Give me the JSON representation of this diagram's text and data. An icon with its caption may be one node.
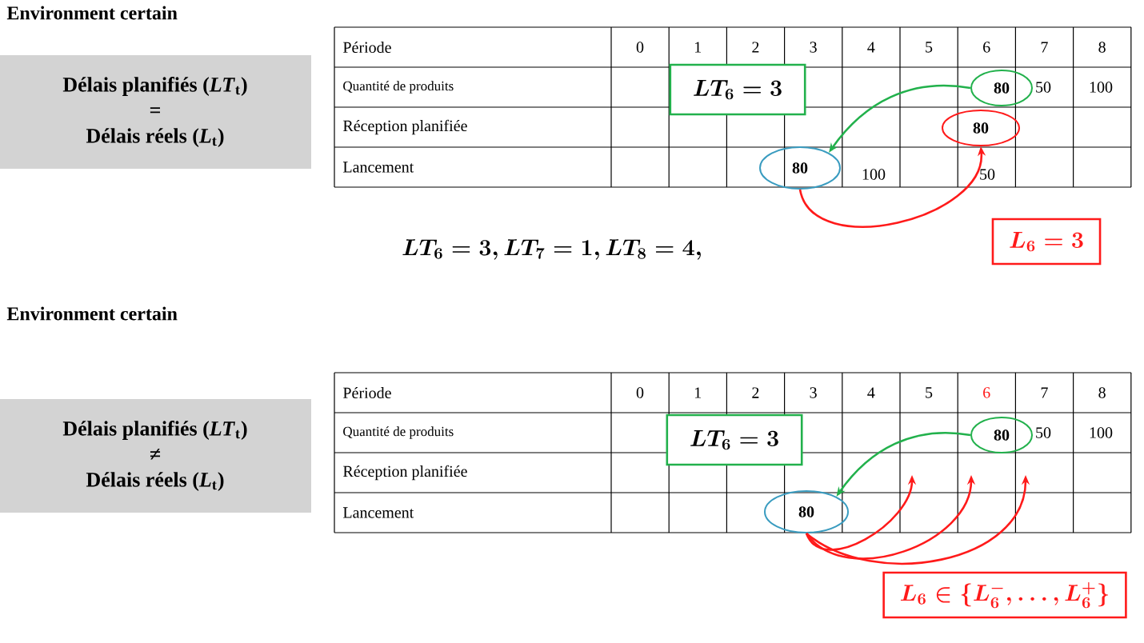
{
  "diagram": {
    "nodes": [
      {
        "text": [
          "Délais planifiés (*LT*$_{t}$)",
          "=",
          "Délais réels (*L*$_{t}$)"
        ]
      },
      {
        "text": [
          "LT_6 = 3"
        ]
      },
      {
        "text": [
          "80"
        ]
      },
      {
        "text": [
          "80"
        ]
      },
      {
        "text": [
          "80"
        ]
      },
      {
        "text": [
          "L_6 = 3"
        ]
      },
      {
        "text": [
          "Délais planifiés (*LT*$_{t}$)",
          "≠",
          "Délais réels (*L*$_{t}$)"
        ]
      },
      {
        "text": [
          "LT_6 = 3"
        ]
      },
      {
        "text": [
          "80"
        ]
      },
      {
        "text": [
          "80"
        ]
      },
      {
        "text": [
          "L_6 \\in \\{L_6^-, \\ldots, L_6^+\\}"
        ]
      }
    ],
    "edges": [
      {
        "from": 2,
        "to": 4,
        "arrow": "to",
        "color": "#22b14c"
      },
      {
        "from": 4,
        "to": 3,
        "arrow": "to",
        "color": "#ff1a1a"
      },
      {
        "from": 8,
        "to": 9,
        "arrow": "to",
        "color": "#22b14c"
      },
      {
        "from": 9,
        "to": null,
        "arrow": "to",
        "color": "#ff1a1a"
      },
      {
        "from": 9,
        "to": null,
        "arrow": "to",
        "color": "#ff1a1a"
      },
      {
        "from": 9,
        "to": null,
        "arrow": "to",
        "color": "#ff1a1a"
      }
    ],
    "labels": [
      "Environment certain",
      "Période",
      "0",
      "1",
      "2",
      "3",
      "4",
      "5",
      "6",
      "7",
      "8",
      "Quantité de produits",
      "50",
      "100",
      "Réception planifiée",
      "Lancement",
      "100",
      "50",
      "LT_6 = 3, LT_7 = 1, LT_8 = 4,",
      "Environment certain",
      "Période",
      "0",
      "1",
      "2",
      "3",
      "4",
      "5",
      "6",
      "7",
      "8",
      "Quantité de produits",
      "50",
      "100",
      "Réception planifiée",
      "Lancement"
    ]
  }
}
